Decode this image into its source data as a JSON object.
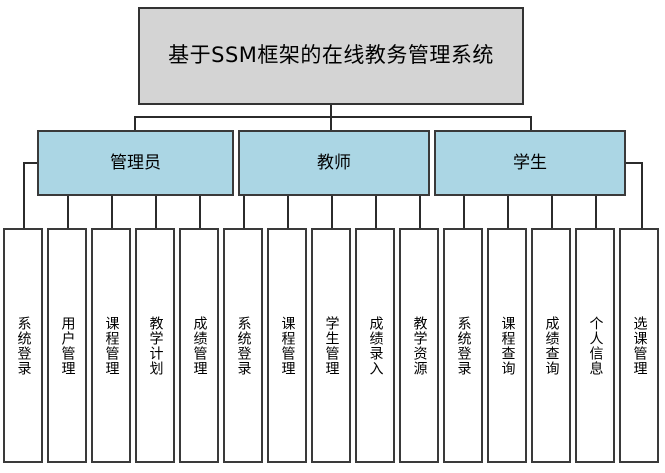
{
  "diagram": {
    "type": "hierarchy-tree",
    "title_box": {
      "label": "基于SSM框架的在线教务管理系统",
      "fill": "#d4d4d4",
      "border": "#333333"
    },
    "roles": [
      {
        "id": "admin",
        "label": "管理员",
        "fill": "#abd6e4"
      },
      {
        "id": "teacher",
        "label": "教师",
        "fill": "#abd6e4"
      },
      {
        "id": "student",
        "label": "学生",
        "fill": "#abd6e4"
      }
    ],
    "leaves": [
      {
        "role": "admin",
        "label": "系统登录"
      },
      {
        "role": "admin",
        "label": "用户管理"
      },
      {
        "role": "admin",
        "label": "课程管理"
      },
      {
        "role": "admin",
        "label": "教学计划"
      },
      {
        "role": "admin",
        "label": "成绩管理"
      },
      {
        "role": "teacher",
        "label": "系统登录"
      },
      {
        "role": "teacher",
        "label": "课程管理"
      },
      {
        "role": "teacher",
        "label": "学生管理"
      },
      {
        "role": "teacher",
        "label": "成绩录入"
      },
      {
        "role": "teacher",
        "label": "教学资源"
      },
      {
        "role": "student",
        "label": "系统登录"
      },
      {
        "role": "student",
        "label": "课程查询"
      },
      {
        "role": "student",
        "label": "成绩查询"
      },
      {
        "role": "student",
        "label": "个人信息"
      },
      {
        "role": "student",
        "label": "选课管理"
      }
    ]
  }
}
